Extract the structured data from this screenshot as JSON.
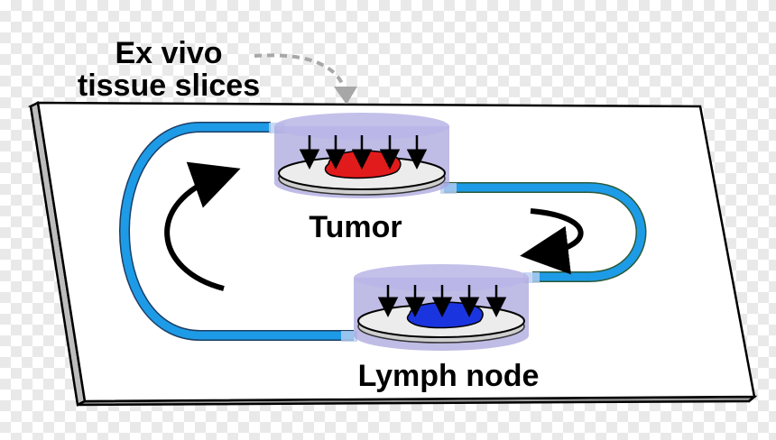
{
  "labels": {
    "top_line1": "Ex vivo",
    "top_line2": "tissue slices",
    "tumor": "Tumor",
    "lymph_node": "Lymph node"
  },
  "colors": {
    "tubing": "#1e9be6",
    "tubing_outline": "#1c3f66",
    "chamber": "#a9a6dd",
    "tumor_tissue": "#e11b1b",
    "lymph_tissue": "#1a35e0",
    "dashed_arrow": "#a7a7a7"
  }
}
